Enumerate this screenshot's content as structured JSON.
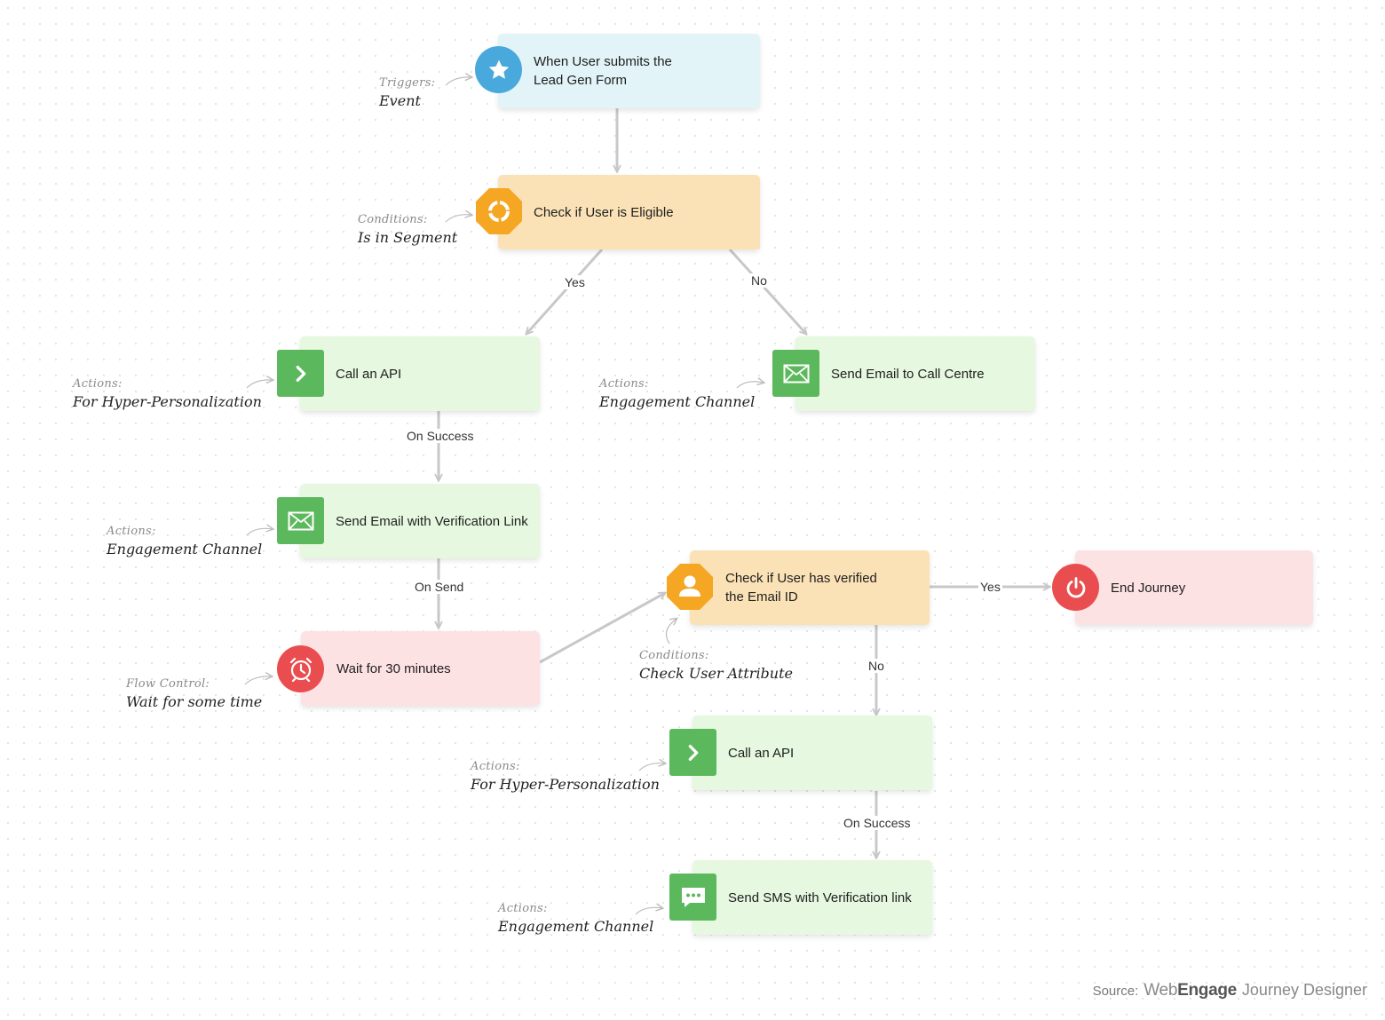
{
  "colors": {
    "trigger_fill": "#e3f4f8",
    "condition_fill": "#fbe2b6",
    "action_fill": "#e6f8e0",
    "flow_fill": "#fde2e4",
    "trigger_icon": "#4aa9dc",
    "condition_icon": "#f5a623",
    "action_icon": "#5cb85c",
    "flow_icon": "#ea4d4f",
    "connector": "#c8c8c8"
  },
  "nodes": {
    "trigger": {
      "label_line1": "When User submits the",
      "label_line2": "Lead Gen Form",
      "icon": "star-icon",
      "category": "Triggers:",
      "detail": "Event"
    },
    "check_eligible": {
      "label": "Check if User is Eligible",
      "icon": "segment-icon",
      "category": "Conditions:",
      "detail": "Is in Segment"
    },
    "call_api_1": {
      "label": "Call an API",
      "icon": "chevron-right-icon",
      "category": "Actions:",
      "detail": "For Hyper-Personalization"
    },
    "send_email_call_centre": {
      "label": "Send Email to Call Centre",
      "icon": "envelope-icon",
      "category": "Actions:",
      "detail": "Engagement Channel"
    },
    "send_email_verification": {
      "label": "Send Email with Verification Link",
      "icon": "envelope-icon",
      "category": "Actions:",
      "detail": "Engagement Channel"
    },
    "wait": {
      "label": "Wait for 30 minutes",
      "icon": "alarm-clock-icon",
      "category": "Flow Control:",
      "detail": "Wait for some time"
    },
    "check_verified": {
      "label_line1": "Check if User has verified",
      "label_line2": "the Email ID",
      "icon": "user-icon",
      "category": "Conditions:",
      "detail": "Check User Attribute"
    },
    "end_journey": {
      "label": "End Journey",
      "icon": "power-icon"
    },
    "call_api_2": {
      "label": "Call an API",
      "icon": "chevron-right-icon",
      "category": "Actions:",
      "detail": "For Hyper-Personalization"
    },
    "send_sms": {
      "label": "Send SMS with Verification link",
      "icon": "chat-bubble-icon",
      "category": "Actions:",
      "detail": "Engagement Channel"
    }
  },
  "edges": {
    "eligible_yes": "Yes",
    "eligible_no": "No",
    "api1_success": "On Success",
    "email_send": "On Send",
    "verified_yes": "Yes",
    "verified_no": "No",
    "api2_success": "On Success"
  },
  "footer": {
    "source_label": "Source:",
    "brand_light": "Web",
    "brand_bold": "Engage",
    "suffix": "Journey Designer"
  }
}
